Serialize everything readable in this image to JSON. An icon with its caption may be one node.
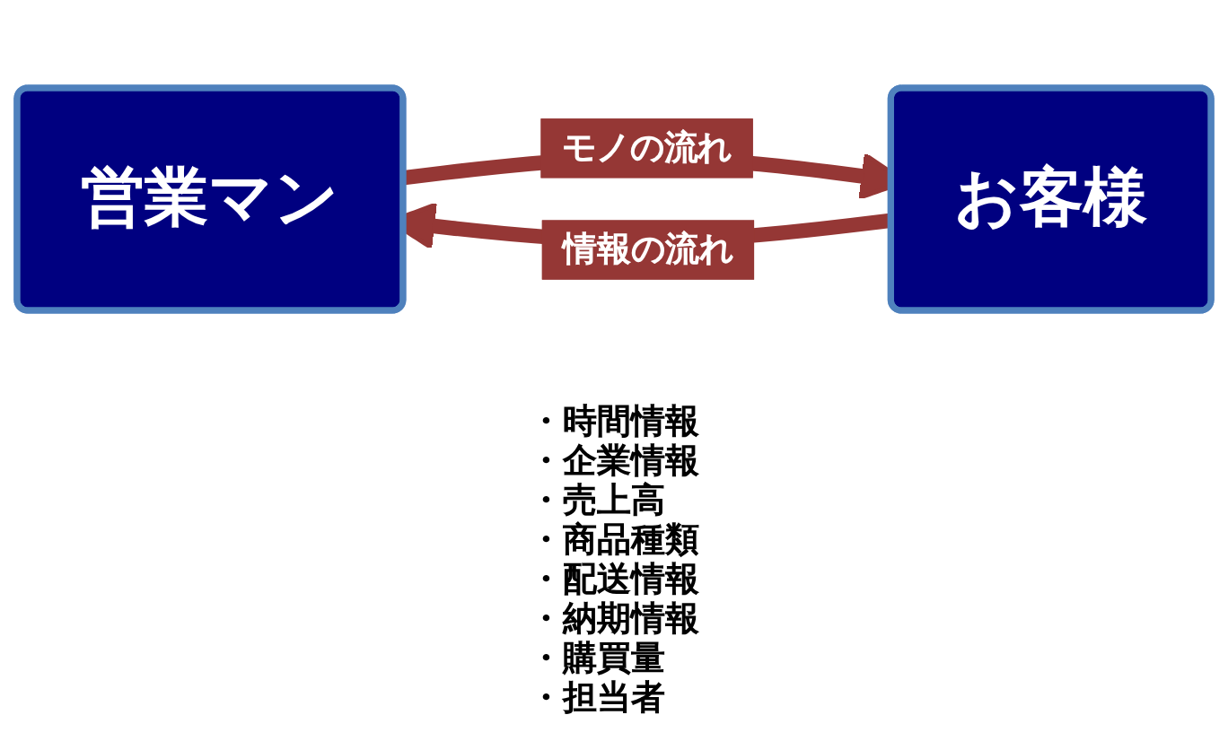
{
  "diagram": {
    "nodes": [
      {
        "text": [
          "営業マン"
        ]
      },
      {
        "text": [
          "お客様"
        ]
      }
    ],
    "edges": [
      {
        "from": 0,
        "to": 1,
        "arrow": "to",
        "label": "モノの流れ",
        "color": "#953735"
      },
      {
        "from": 1,
        "to": 0,
        "arrow": "to",
        "label": "情報の流れ",
        "color": "#953735"
      }
    ],
    "labels": [
      "・時間情報",
      "・企業情報",
      "・売上高",
      "・商品種類",
      "・配送情報",
      "・納期情報",
      "・購買量",
      "・担当者"
    ]
  }
}
